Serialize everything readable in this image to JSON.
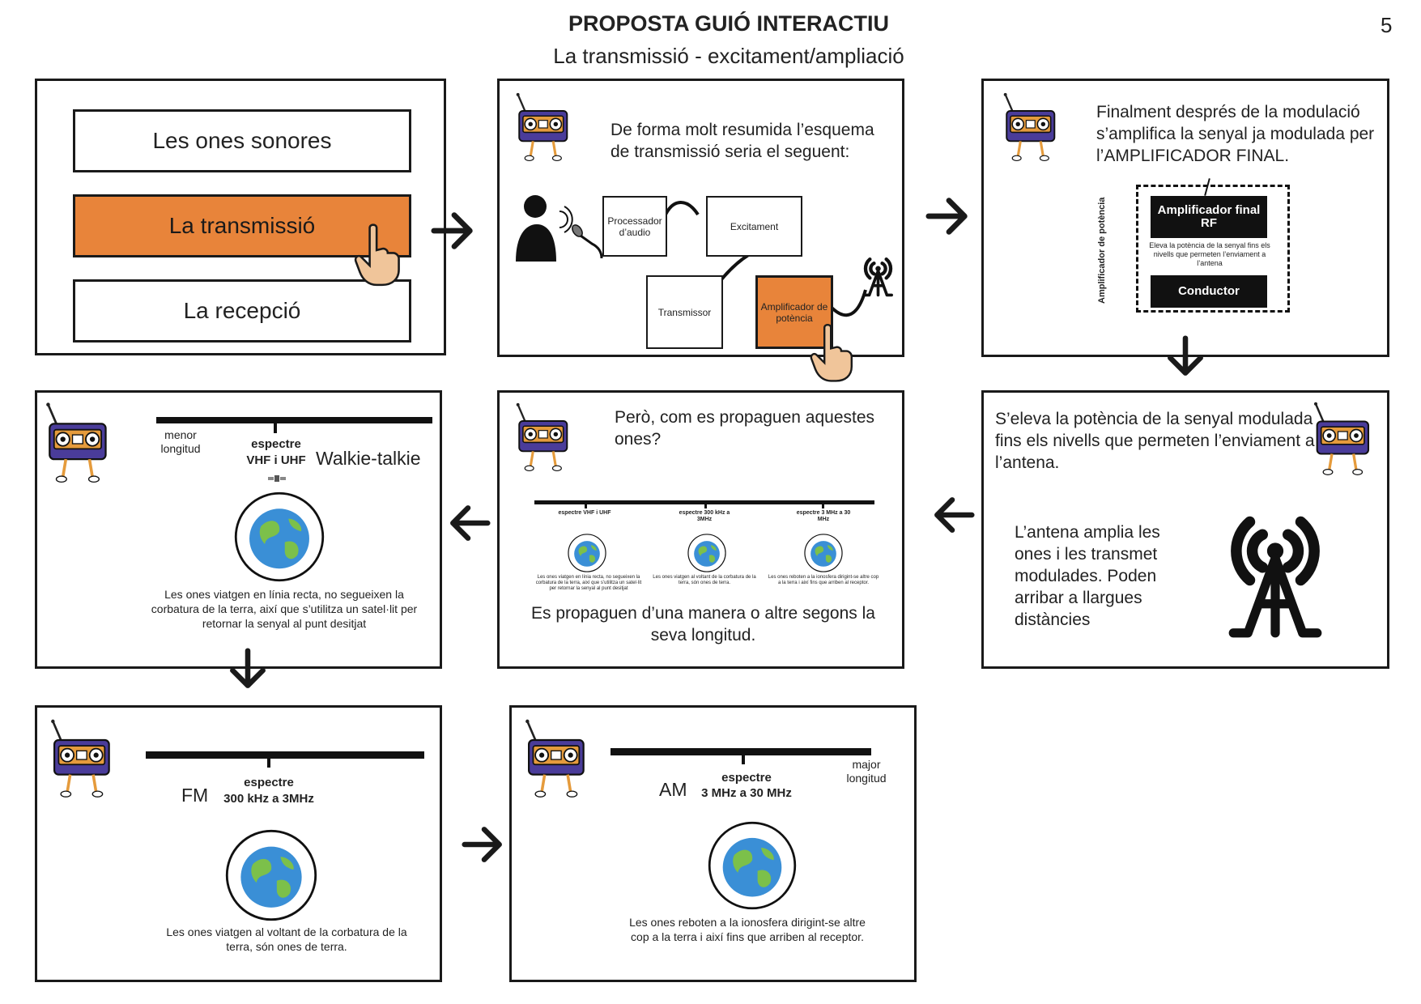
{
  "header": {
    "title": "PROPOSTA GUIÓ INTERACTIU",
    "subtitle": "La transmissió - excitament/ampliació",
    "page_number": "5"
  },
  "panel1": {
    "menu": [
      "Les ones sonores",
      "La transmissió",
      "La recepció"
    ],
    "active_index": 1,
    "accent": "#e8843a"
  },
  "panel2": {
    "text": "De forma molt resumida l’esquema de transmissió seria el seguent:",
    "boxes": {
      "processor": "Processador d’audio",
      "exciter": "Excitament",
      "transmitter": "Transmissor",
      "amplifier": "Amplificador de potència"
    }
  },
  "panel3": {
    "text": "Finalment després de la modulació s’amplifica la senyal ja modulada per l’AMPLIFICADOR FINAL.",
    "side_label": "Amplificador de potència",
    "amp_box": "Amplificador final RF",
    "amp_desc": "Eleva la potència de la senyal fins els nivells que permeten l’enviament a l’antena",
    "driver_box": "Conductor"
  },
  "panel4": {
    "text_top": "S’eleva la potència de la senyal modulada fins els nivells que permeten l’enviament a l’antena.",
    "text_bottom": "L’antena amplia les ones i les transmet modulades. Poden arribar a llargues distàncies"
  },
  "panel5": {
    "question": "Però, com es propaguen aquestes ones?",
    "bands": [
      {
        "label": "espectre VHF i UHF",
        "desc": "Les ones viatgen en línia recta, no segueixen la corbatura de la terra, així que s’utilitza un satel·lit per retornar la senyal al punt desitjat"
      },
      {
        "label": "espectre 300 kHz a 3MHz",
        "desc": "Les ones viatgen al voltant de la corbatura de la terra, són ones de terra."
      },
      {
        "label": "espectre 3 MHz a 30 MHz",
        "desc": "Les ones reboten a la ionosfera dirigint-se altre cop a la terra i així fins que arriben al receptor."
      }
    ],
    "caption": "Es propaguen d’una manera o altre segons la seva longitud."
  },
  "panel6": {
    "scale_label": "menor longitud",
    "spectrum_title": "espectre",
    "spectrum_range": "VHF i UHF",
    "name": "Walkie-talkie",
    "desc": "Les ones viatgen en línia recta, no segueixen la corbatura de la terra, així que s’utilitza un satel·lit per retornar la senyal al punt desitjat"
  },
  "panel7": {
    "name": "FM",
    "spectrum_title": "espectre",
    "spectrum_range": "300 kHz a 3MHz",
    "desc": "Les ones viatgen al voltant de la corbatura de la terra, són ones de terra."
  },
  "panel8": {
    "name": "AM",
    "spectrum_title": "espectre",
    "spectrum_range": "3 MHz a 30 MHz",
    "scale_label": "major longitud",
    "desc": "Les ones reboten a la ionosfera dirigint-se altre cop a la terra i així fins que arriben al receptor."
  }
}
